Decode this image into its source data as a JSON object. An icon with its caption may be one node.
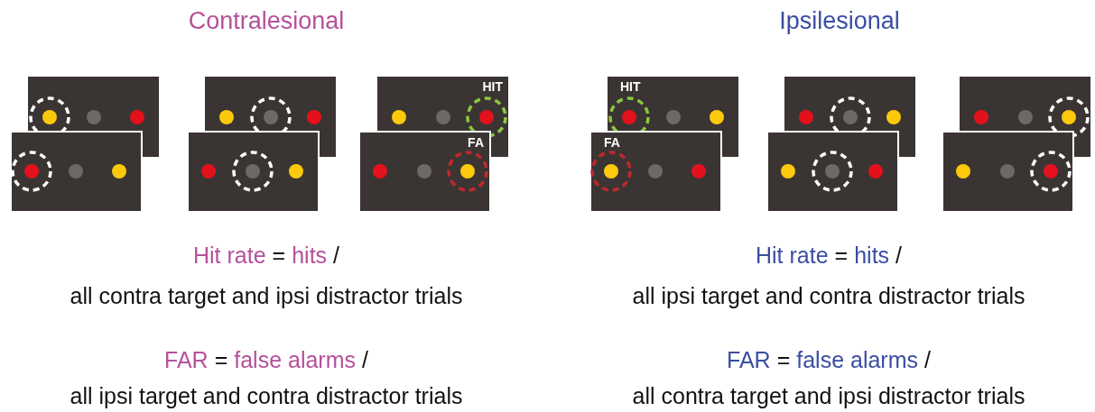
{
  "diagram": {
    "nodes": [
      {
        "text": [],
        "shape": "box"
      },
      {
        "text": [],
        "shape": "box"
      },
      {
        "text": [],
        "shape": "box"
      },
      {
        "text": [],
        "shape": "box"
      },
      {
        "text": [
          "HIT"
        ]
      },
      {
        "text": [
          "FA"
        ]
      },
      {
        "text": [
          "HIT"
        ]
      },
      {
        "text": [
          "FA"
        ]
      },
      {
        "text": [],
        "shape": "box"
      },
      {
        "text": [],
        "shape": "box"
      },
      {
        "text": [],
        "shape": "box"
      },
      {
        "text": [],
        "shape": "box"
      }
    ],
    "labels": [
      "Contralesional",
      "Ipsilesional",
      "Hit rate",
      "=",
      "hits",
      "/",
      "Hit rate",
      "=",
      "hits",
      "/",
      "all contra target and ipsi distractor trials",
      "all ipsi target and contra distractor trials",
      "FAR",
      "=",
      "false alarms",
      "/",
      "FAR",
      "=",
      "false alarms",
      "/",
      "all ipsi target and contra distractor trials",
      "all contra target and ipsi distractor trials"
    ]
  }
}
